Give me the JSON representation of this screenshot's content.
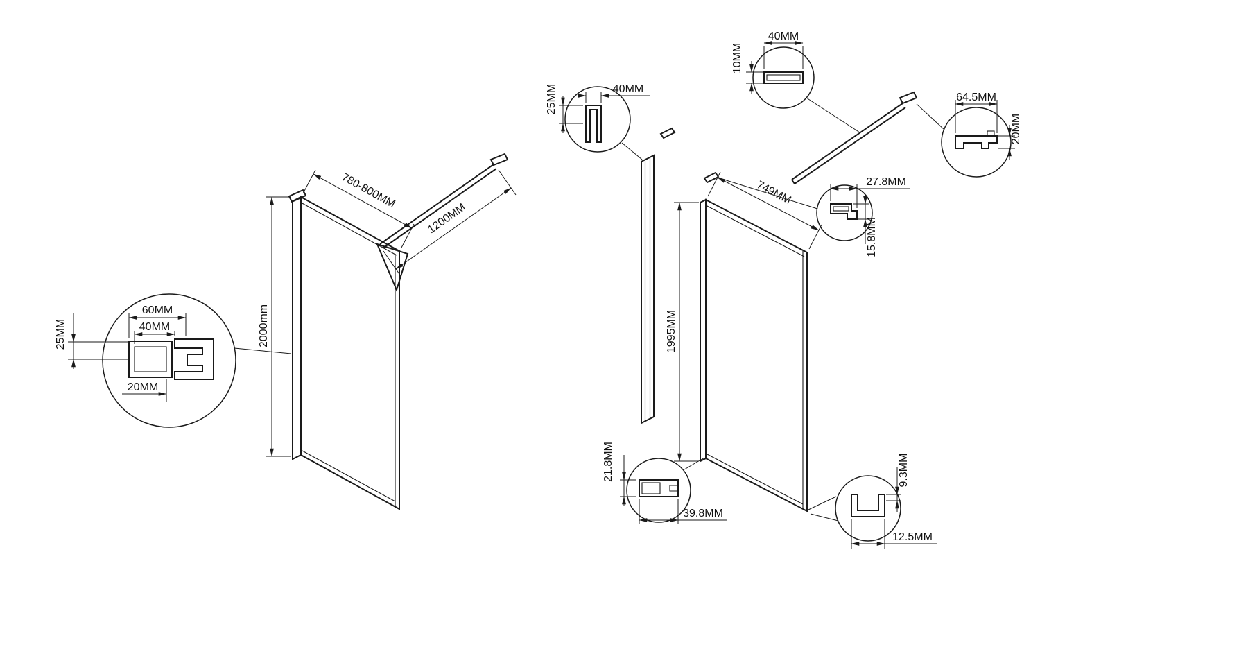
{
  "assembled": {
    "width": "780-800MM",
    "bar_length": "1200MM",
    "height": "2000mm",
    "profile": {
      "outer": "60MM",
      "inner": "40MM",
      "depth": "25MM",
      "offset": "20MM"
    }
  },
  "exploded": {
    "glass_width": "749MM",
    "glass_height": "1995MM",
    "wall_profile": {
      "depth": "25MM",
      "width": "40MM"
    },
    "bar_tube": {
      "height": "10MM",
      "width": "40MM"
    },
    "bar_bracket": {
      "width": "64.5MM",
      "height": "20MM"
    },
    "glass_clamp": {
      "width": "27.8MM",
      "height": "15.8MM"
    },
    "bottom_profile": {
      "height": "21.8MM",
      "width": "39.8MM"
    },
    "floor_channel": {
      "wall": "9.3MM",
      "width": "12.5MM"
    }
  }
}
